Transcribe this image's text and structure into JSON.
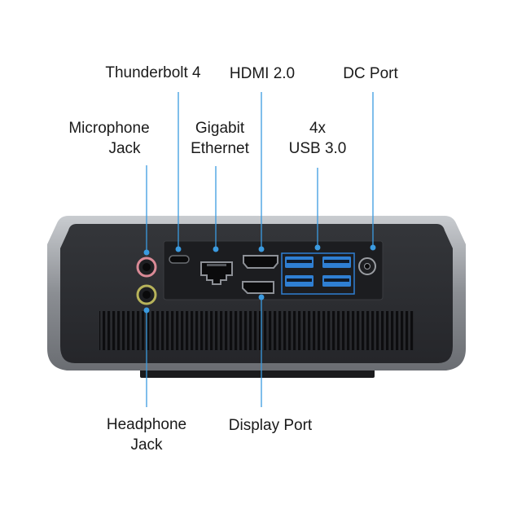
{
  "labels": {
    "thunderbolt": "Thunderbolt 4",
    "hdmi": "HDMI 2.0",
    "dc_port": "DC Port",
    "microphone_line1": "Microphone",
    "microphone_line2": "Jack",
    "ethernet_line1": "Gigabit",
    "ethernet_line2": "Ethernet",
    "usb_line1": "4x",
    "usb_line2": "USB 3.0",
    "headphone_line1": "Headphone",
    "headphone_line2": "Jack",
    "displayport": "Display Port"
  },
  "colors": {
    "callout_line": "#3b9be0",
    "usb_port": "#2f7fd3",
    "device_body": "#2b2c2f",
    "frame": "#8e9196",
    "text": "#1a1a1a"
  }
}
